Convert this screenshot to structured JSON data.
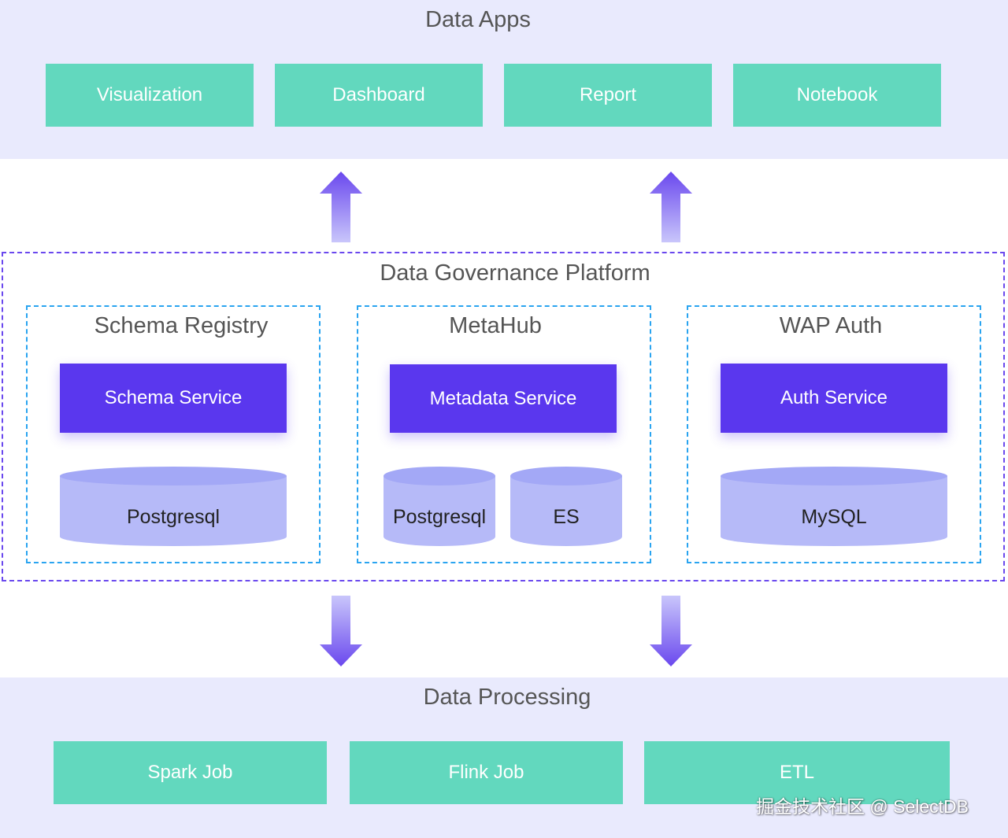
{
  "apps": {
    "title": "Data Apps",
    "items": [
      "Visualization",
      "Dashboard",
      "Report",
      "Notebook"
    ]
  },
  "platform": {
    "title": "Data Governance Platform",
    "schema_registry": {
      "title": "Schema Registry",
      "service": "Schema Service",
      "dbs": [
        "Postgresql"
      ]
    },
    "metahub": {
      "title": "MetaHub",
      "service": "Metadata Service",
      "dbs": [
        "Postgresql",
        "ES"
      ]
    },
    "wap_auth": {
      "title": "WAP Auth",
      "service": "Auth Service",
      "dbs": [
        "MySQL"
      ]
    }
  },
  "processing": {
    "title": "Data Processing",
    "items": [
      "Spark Job",
      "Flink Job",
      "ETL"
    ]
  },
  "watermark": "掘金技术社区 @ SelectDB",
  "colors": {
    "band": "#e9eafd",
    "app_box": "#62d8be",
    "service_box": "#5a37ee",
    "platform_border": "#6a48ee",
    "sub_border": "#2aa4f0",
    "db": "#b6baf8",
    "arrow": "#6a48ee"
  },
  "icons": [
    "arrow-up-icon",
    "arrow-down-icon",
    "database-cylinder-icon"
  ]
}
